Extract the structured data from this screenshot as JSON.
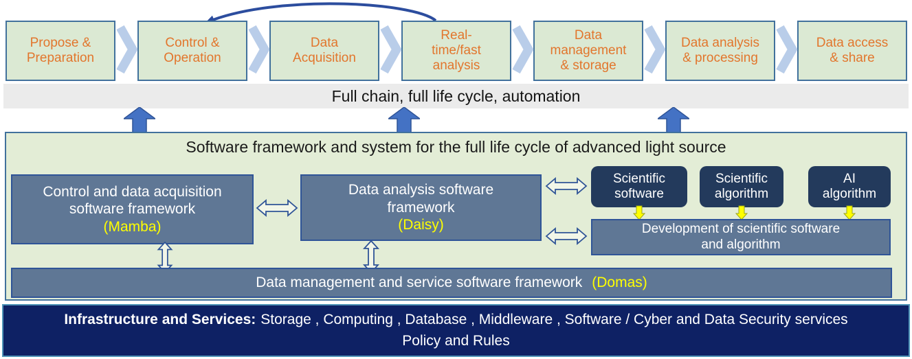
{
  "flow": {
    "steps": [
      {
        "label": "Propose &\nPreparation"
      },
      {
        "label": "Control &\nOperation"
      },
      {
        "label": "Data\nAcquisition"
      },
      {
        "label": "Real-\ntime/fast\nanalysis"
      },
      {
        "label": "Data\nmanagement\n& storage"
      },
      {
        "label": "Data analysis\n& processing"
      },
      {
        "label": "Data access\n& share"
      }
    ]
  },
  "banner": {
    "text": "Full chain, full life cycle, automation"
  },
  "panel": {
    "title": "Software framework and system for the full life cycle of advanced light source",
    "mamba": {
      "title": "Control and data acquisition\nsoftware framework",
      "tag": "(Mamba)"
    },
    "daisy": {
      "title": "Data analysis software\nframework",
      "tag": "(Daisy)"
    },
    "components": [
      {
        "label": "Scientific\nsoftware"
      },
      {
        "label": "Scientific\nalgorithm"
      },
      {
        "label": "AI\nalgorithm"
      }
    ],
    "development": {
      "title": "Development  of scientific software\nand algorithm"
    },
    "domas": {
      "title": "Data management and service software framework",
      "tag": "(Domas)"
    }
  },
  "infra": {
    "heading": "Infrastructure and Services:",
    "services": "Storage , Computing , Database , Middleware , Software / Cyber and Data Security services",
    "line2": "Policy and Rules"
  },
  "colors": {
    "flow_box_fill": "#dbe9d3",
    "flow_box_border": "#41719c",
    "flow_text_orange": "#e2762d",
    "chevron_blue": "#b9cde9",
    "banner_gray": "#ebebeb",
    "solid_arrow_blue": "#4472c4",
    "panel_green": "#e3edd6",
    "slate_box": "#5f7795",
    "slate_border": "#2f5497",
    "dark_navy_box": "#233a5c",
    "tag_yellow": "#ffff00",
    "infra_navy": "#0e2164",
    "infra_border": "#4f94b8",
    "curved_arrow_blue": "#2c4d9e"
  }
}
